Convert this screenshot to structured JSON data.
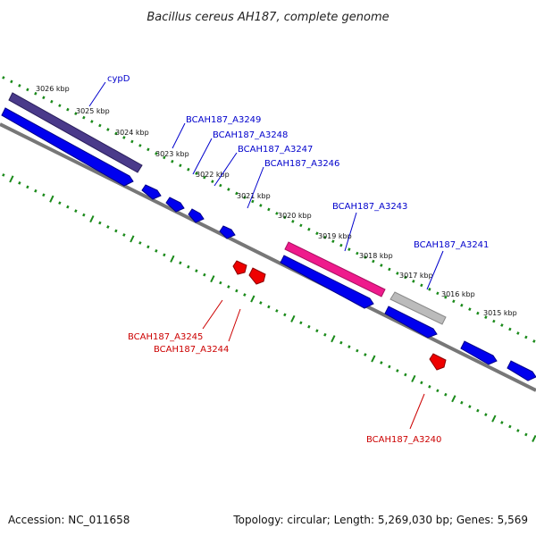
{
  "title": "Bacillus cereus AH187, complete genome",
  "footer": {
    "accession": "Accession: NC_011658",
    "summary": "Topology: circular; Length: 5,269,030 bp; Genes: 5,569"
  },
  "colors": {
    "tick_green": "#1a8a1a",
    "backbone": "#777777",
    "cds_blue": "#0000ee",
    "cds_red": "#ee0000",
    "label_blue": "#0000cc",
    "label_red": "#cc0000",
    "feature_purple": "#4a3a8a",
    "feature_magenta": "#ee1a8c",
    "feature_gray": "#bbbbbb"
  },
  "scale_labels": [
    "3026 kbp",
    "3025 kbp",
    "3024 kbp",
    "3023 kbp",
    "3022 kbp",
    "3021 kbp",
    "3020 kbp",
    "3019 kbp",
    "3018 kbp",
    "3017 kbp",
    "3016 kbp",
    "3015 kbp"
  ],
  "gene_labels": {
    "forward": [
      "cypD",
      "BCAH187_A3249",
      "BCAH187_A3248",
      "BCAH187_A3247",
      "BCAH187_A3246",
      "BCAH187_A3243",
      "BCAH187_A3241"
    ],
    "reverse": [
      "BCAH187_A3245",
      "BCAH187_A3244",
      "BCAH187_A3240"
    ]
  }
}
